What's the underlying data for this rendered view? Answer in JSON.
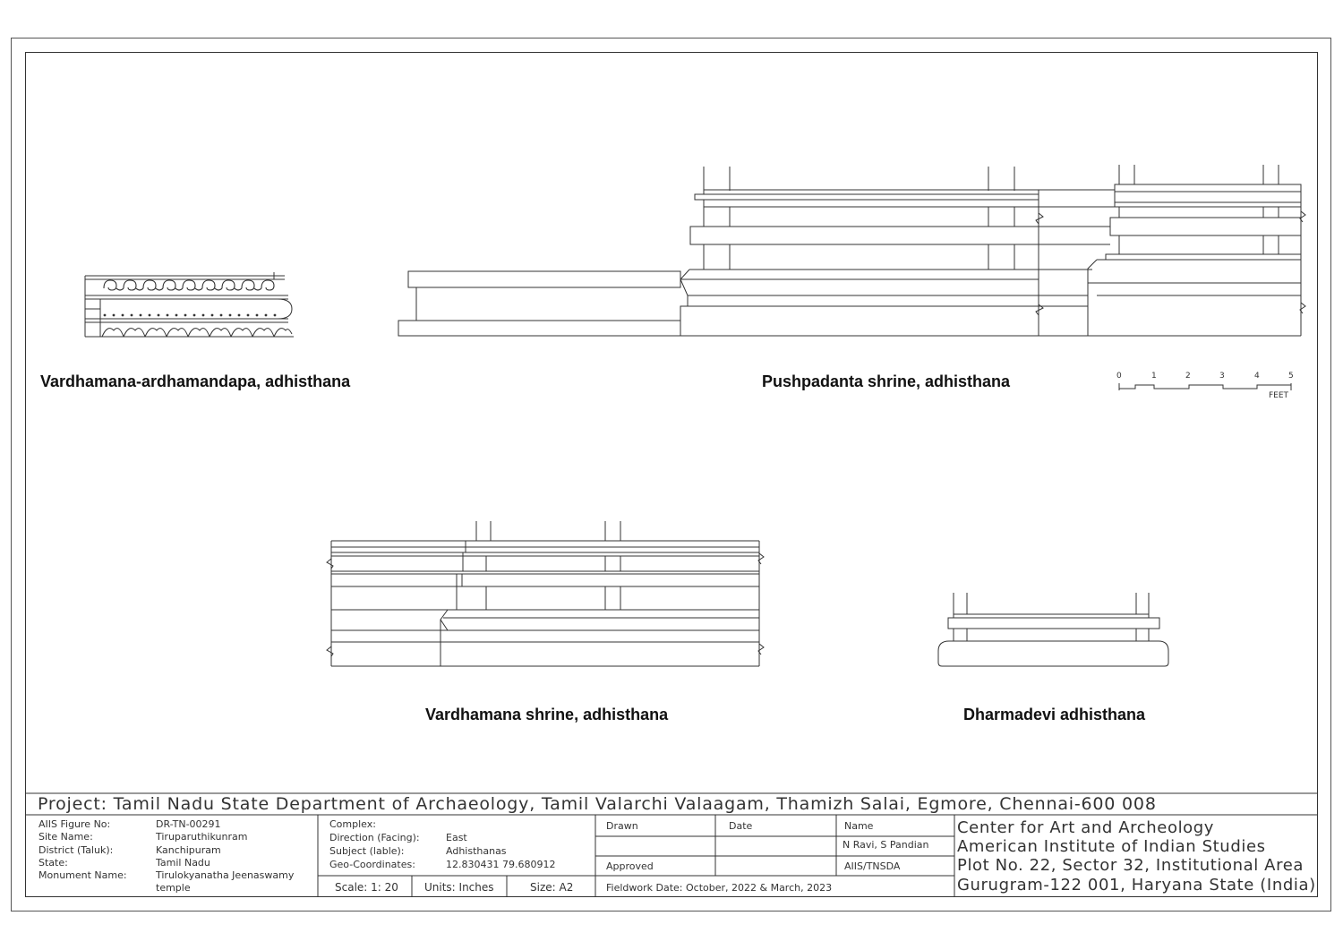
{
  "drawing": {
    "captions": {
      "vardhamana_ardhamandapa": "Vardhamana-ardhamandapa, adhisthana",
      "pushpadanta": "Pushpadanta shrine, adhisthana",
      "vardhamana_shrine": "Vardhamana shrine, adhisthana",
      "dharmadevi": "Dharmadevi adhisthana"
    },
    "scale_bar": {
      "ticks": [
        "0",
        "1",
        "2",
        "3",
        "4",
        "5"
      ],
      "unit": "FEET"
    }
  },
  "title_block": {
    "project": "Project: Tamil Nadu State Department of Archaeology, Tamil Valarchi Valaagam, Thamizh Salai, Egmore, Chennai-600 008",
    "left_labels": [
      "AIIS Figure No:",
      "Site Name:",
      "District (Taluk):",
      "State:",
      "Monument Name:"
    ],
    "left_values": {
      "figure_no": "DR-TN-00291",
      "site": "Tiruparuthikunram",
      "district": "Kanchipuram",
      "state": "Tamil Nadu",
      "monument_1": "Tirulokyanatha Jeenaswamy",
      "monument_2": "temple"
    },
    "mid_labels": {
      "complex": "Complex:",
      "direction": "Direction (Facing):",
      "subject": "Subject (lable):",
      "geo": "Geo-Coordinates:"
    },
    "mid_values": {
      "direction": "East",
      "subject": "Adhisthanas",
      "geo": "12.830431  79.680912"
    },
    "scale": "Scale: 1: 20",
    "units": "Units: Inches",
    "size": "Size: A2",
    "drawn_label": "Drawn",
    "date_label": "Date",
    "name_label": "Name",
    "drawn_by": "N Ravi, S Pandian",
    "approved_label": "Approved",
    "approved_by": "AIIS/TNSDA",
    "fieldwork": "Fieldwork Date: October, 2022 & March, 2023",
    "org_lines": [
      "Center for Art and Archeology",
      "American Institute of Indian Studies",
      "Plot No. 22, Sector 32, Institutional Area",
      "Gurugram-122 001, Haryana State (India)"
    ]
  }
}
